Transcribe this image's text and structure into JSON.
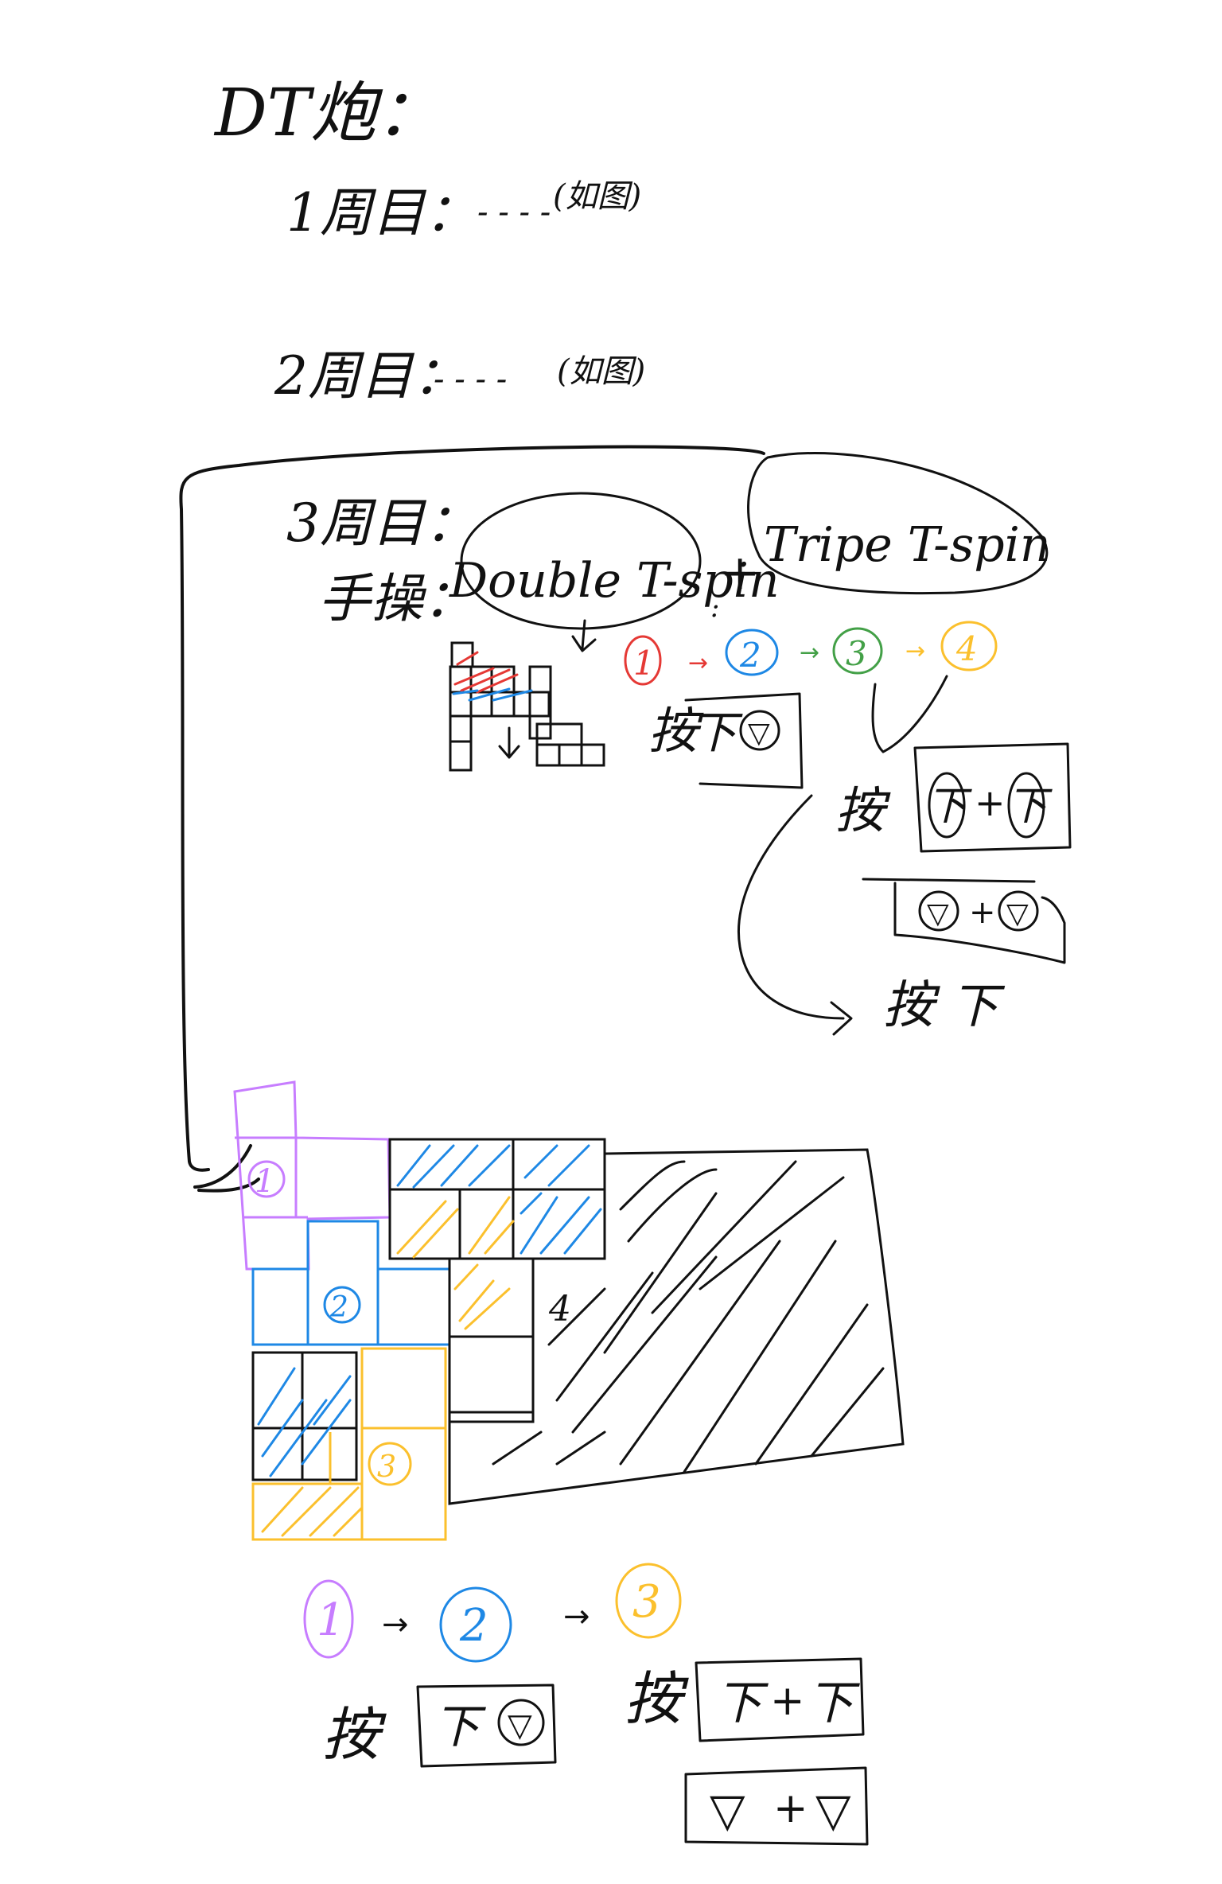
{
  "title": "DT炮：",
  "rounds": [
    {
      "label": "1周目：",
      "dots": "- - - -",
      "note": "(如图)"
    },
    {
      "label": "2周目：",
      "dots": "- - - -",
      "note": "(如图)"
    },
    {
      "label": "3周目："
    }
  ],
  "round3": {
    "method_label": "手操：",
    "double": "Double T-spin",
    "plus": "+",
    "triple": "Tripe T-spin",
    "colon": ":"
  },
  "sequence_top": {
    "steps": [
      {
        "num": "1",
        "color": "#e53935"
      },
      {
        "num": "2",
        "color": "#1e88e5"
      },
      {
        "num": "3",
        "color": "#43a047"
      },
      {
        "num": "4",
        "color": "#fbc02d"
      }
    ],
    "arrow": "→",
    "action1": {
      "press": "按",
      "keys": [
        "下",
        "▽"
      ]
    },
    "action2": {
      "press": "按",
      "keys_a": [
        "下",
        "+",
        "下"
      ],
      "keys_b": [
        "▽",
        "+",
        "▽"
      ]
    },
    "action3": {
      "press": "按",
      "key": "下"
    }
  },
  "board": {
    "pieces": [
      {
        "num": "1",
        "color": "#c77dff"
      },
      {
        "num": "2",
        "color": "#1e88e5"
      },
      {
        "num": "3",
        "color": "#fbc02d"
      }
    ],
    "mark": "4"
  },
  "sequence_bottom": {
    "steps": [
      {
        "num": "1",
        "color": "#c77dff"
      },
      {
        "num": "2",
        "color": "#1e88e5"
      },
      {
        "num": "3",
        "color": "#fbc02d"
      }
    ],
    "arrow": "→",
    "action1": {
      "press": "按",
      "keys": [
        "下",
        "▽"
      ]
    },
    "action2": {
      "press": "按",
      "keys_a": [
        "下",
        "+",
        "下"
      ],
      "keys_b": [
        "▽",
        "+",
        "▽"
      ]
    }
  },
  "colors": {
    "ink": "#111111",
    "red": "#e53935",
    "blue": "#1e88e5",
    "green": "#43a047",
    "yellow": "#fbc02d",
    "purple": "#c77dff"
  }
}
